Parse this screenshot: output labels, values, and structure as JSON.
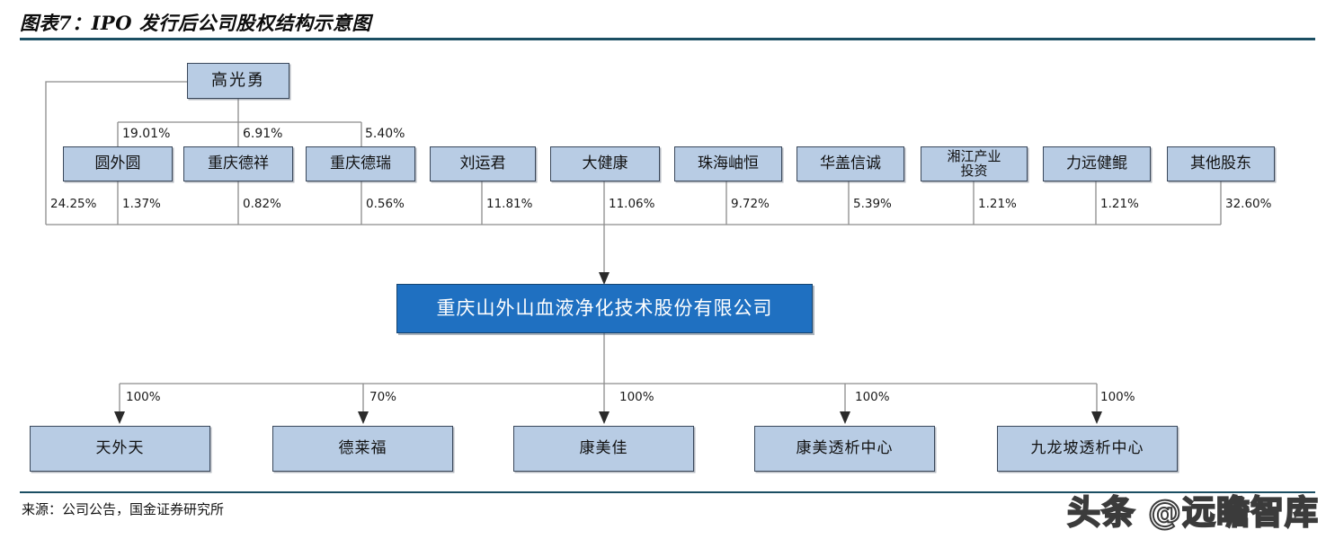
{
  "title": "图表7：IPO 发行后公司股权结构示意图",
  "source": "来源：公司公告，国金证券研究所",
  "watermark": "头条 @远瞻智库",
  "colors": {
    "rule": "#1b4f63",
    "node_light_fill": "#b8cce4",
    "node_light_border": "#39475a",
    "node_main_fill": "#1f70c1",
    "node_main_border": "#16446f",
    "connector": "#8c8c8c",
    "text": "#111111"
  },
  "chart_data": {
    "type": "diagram",
    "title": "图表7：IPO 发行后公司股权结构示意图",
    "subject": "重庆山外山血液净化技术股份有限公司",
    "controller": {
      "name": "高光勇",
      "direct_stake": "24.25%"
    },
    "controller_holdings": [
      {
        "entity": "圆外圆",
        "stake": "19.01%"
      },
      {
        "entity": "重庆德祥",
        "stake": "6.91%"
      },
      {
        "entity": "重庆德瑞",
        "stake": "5.40%"
      }
    ],
    "shareholders": [
      {
        "name": "高光勇",
        "stake": "24.25%",
        "via": "direct"
      },
      {
        "name": "圆外圆",
        "stake": "1.37%"
      },
      {
        "name": "重庆德祥",
        "stake": "0.82%"
      },
      {
        "name": "重庆德瑞",
        "stake": "0.56%"
      },
      {
        "name": "刘运君",
        "stake": "11.81%"
      },
      {
        "name": "大健康",
        "stake": "11.06%"
      },
      {
        "name": "珠海岫恒",
        "stake": "9.72%"
      },
      {
        "name": "华盖信诚",
        "stake": "5.39%"
      },
      {
        "name": "湘江产业投资",
        "stake": "1.21%"
      },
      {
        "name": "力远健鲲",
        "stake": "1.21%"
      },
      {
        "name": "其他股东",
        "stake": "32.60%"
      }
    ],
    "subsidiaries": [
      {
        "name": "天外天",
        "stake": "100%"
      },
      {
        "name": "德莱福",
        "stake": "70%"
      },
      {
        "name": "康美佳",
        "stake": "100%"
      },
      {
        "name": "康美透析中心",
        "stake": "100%"
      },
      {
        "name": "九龙坡透析中心",
        "stake": "100%"
      }
    ]
  },
  "nodes": {
    "controller": {
      "label": "高光勇"
    },
    "tier1": [
      {
        "label": "圆外圆"
      },
      {
        "label": "重庆德祥"
      },
      {
        "label": "重庆德瑞"
      },
      {
        "label": "刘运君"
      },
      {
        "label": "大健康"
      },
      {
        "label": "珠海岫恒"
      },
      {
        "label": "华盖信诚"
      },
      {
        "label_line1": "湘江产业",
        "label_line2": "投资"
      },
      {
        "label": "力远健鲲"
      },
      {
        "label": "其他股东"
      }
    ],
    "company": {
      "label": "重庆山外山血液净化技术股份有限公司"
    },
    "subsidiaries": [
      {
        "label": "天外天"
      },
      {
        "label": "德莱福"
      },
      {
        "label": "康美佳"
      },
      {
        "label": "康美透析中心"
      },
      {
        "label": "九龙坡透析中心"
      }
    ]
  },
  "percent_labels": {
    "upper": [
      "19.01%",
      "6.91%",
      "5.40%"
    ],
    "row": [
      "24.25%",
      "1.37%",
      "0.82%",
      "0.56%",
      "11.81%",
      "11.06%",
      "9.72%",
      "5.39%",
      "1.21%",
      "1.21%",
      "32.60%"
    ],
    "sub": [
      "100%",
      "70%",
      "100%",
      "100%",
      "100%"
    ]
  }
}
